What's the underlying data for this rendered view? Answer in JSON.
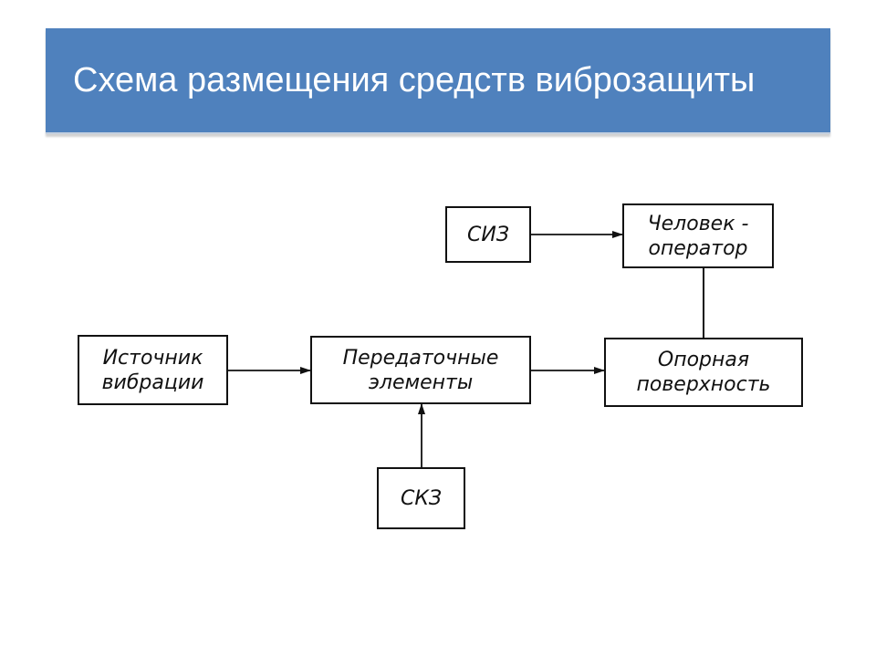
{
  "slide": {
    "title": "Схема размещения средств виброзащиты"
  },
  "diagram": {
    "nodes": {
      "siz": {
        "label": "СИЗ"
      },
      "operator": {
        "label_line1": "Человек -",
        "label_line2": "оператор"
      },
      "source": {
        "label_line1": "Источник",
        "label_line2": "вибрации"
      },
      "transfer": {
        "label_line1": "Передаточные",
        "label_line2": "элементы"
      },
      "support": {
        "label_line1": "Опорная",
        "label_line2": "поверхность"
      },
      "skz": {
        "label": "СКЗ"
      }
    },
    "edges": [
      {
        "from": "source",
        "to": "transfer",
        "arrow": true
      },
      {
        "from": "transfer",
        "to": "support",
        "arrow": true
      },
      {
        "from": "skz",
        "to": "transfer",
        "arrow": true
      },
      {
        "from": "siz",
        "to": "operator",
        "arrow": true
      },
      {
        "from": "support",
        "to": "operator",
        "arrow": false
      }
    ]
  }
}
